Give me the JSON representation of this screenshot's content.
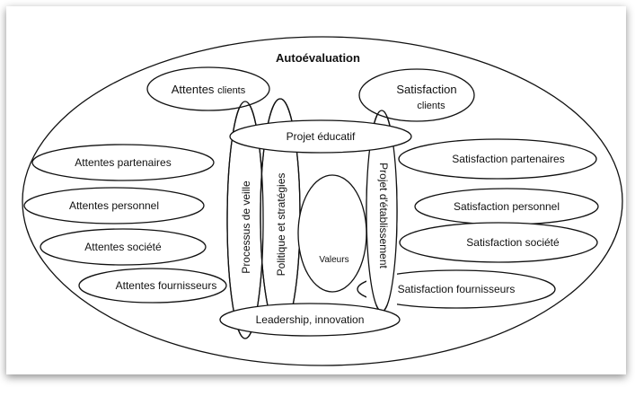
{
  "diagram": {
    "title": "Autoévaluation",
    "left": {
      "clients_main": "Attentes",
      "clients_small": "clients",
      "partenaires": "Attentes partenaires",
      "personnel": "Attentes personnel",
      "societe": "Attentes société",
      "fournisseurs": "Attentes fournisseurs"
    },
    "right": {
      "clients_main": "Satisfaction",
      "clients_small": "clients",
      "partenaires": "Satisfaction partenaires",
      "personnel": "Satisfaction personnel",
      "societe": "Satisfaction société",
      "fournisseurs": "Satisfaction fournisseurs"
    },
    "center": {
      "top": "Projet éducatif",
      "bottom": "Leadership, innovation",
      "veille": "Processus de veille",
      "politique": "Politique et stratégies",
      "etablissement": "Projet d'établissement",
      "valeurs": "Valeurs"
    }
  },
  "colors": {
    "stroke": "#111111",
    "fill": "#ffffff",
    "shadow": "#7a7a7a"
  }
}
